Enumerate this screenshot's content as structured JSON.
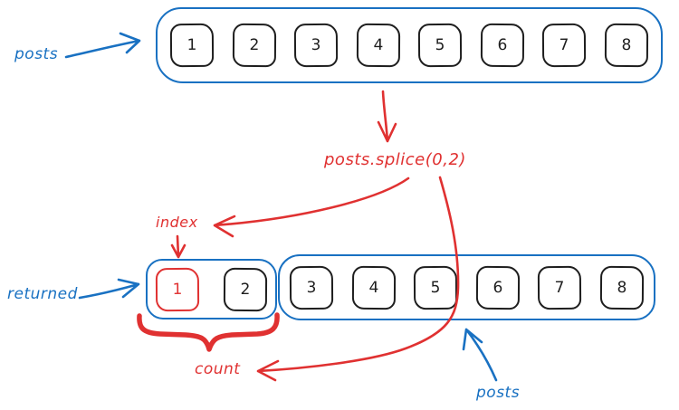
{
  "colors": {
    "blue": "#1971c2",
    "red": "#e03131",
    "ink": "#1e1e1e",
    "background": "#ffffff"
  },
  "labels": {
    "top_array": "posts",
    "operation": "posts.splice(0,2)",
    "index": "index",
    "count": "count",
    "returned": "returned",
    "bottom_array": "posts"
  },
  "top_array": {
    "items": [
      "1",
      "2",
      "3",
      "4",
      "5",
      "6",
      "7",
      "8"
    ]
  },
  "returned_array": {
    "items": [
      "1",
      "2"
    ],
    "highlighted_item": "1"
  },
  "remaining_array": {
    "items": [
      "3",
      "4",
      "5",
      "6",
      "7",
      "8"
    ]
  }
}
